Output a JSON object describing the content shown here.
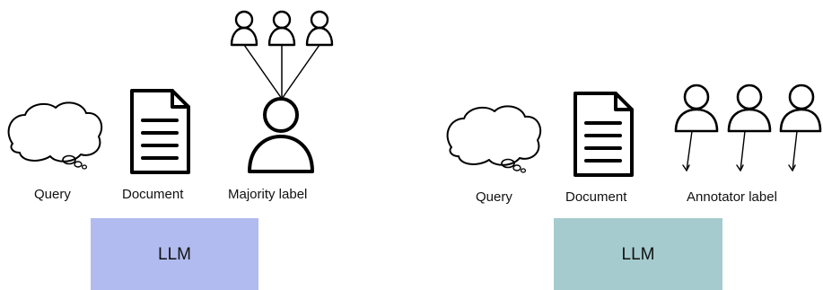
{
  "panels": [
    {
      "query_label": "Query",
      "document_label": "Document",
      "label_text": "Majority label",
      "model_label": "LLM",
      "model_color": "#b1bbef"
    },
    {
      "query_label": "Query",
      "document_label": "Document",
      "label_text": "Annotator label",
      "model_label": "LLM",
      "model_color": "#a5cbce"
    }
  ],
  "icons": {
    "query": "thought-bubble-icon",
    "document": "document-icon",
    "annotator": "person-icon"
  }
}
